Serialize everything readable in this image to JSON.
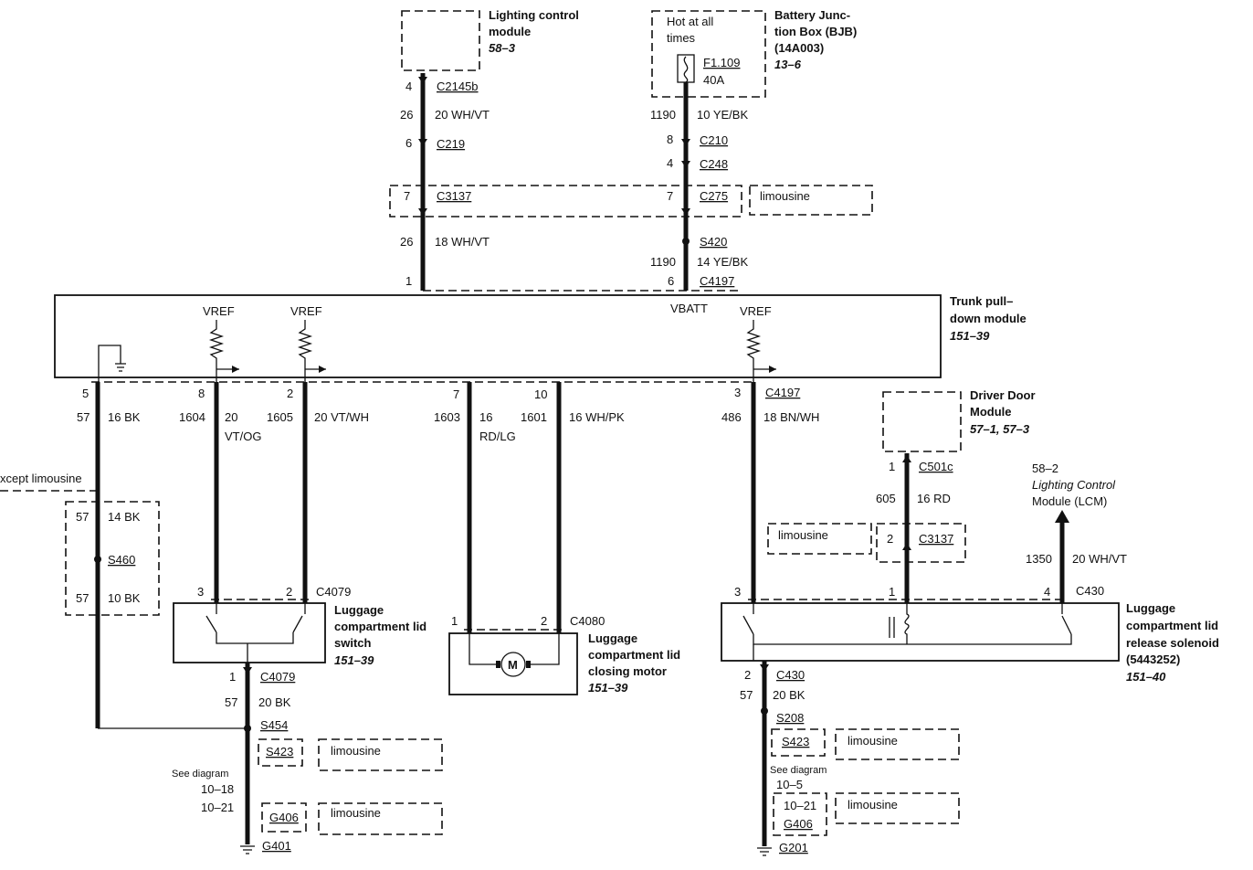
{
  "modules": {
    "lcm_top": {
      "name_line1": "Lighting control",
      "name_line2": "module",
      "ref": "58–3"
    },
    "bjb": {
      "name_line1": "Battery Junc-",
      "name_line2": "tion Box (BJB)",
      "name_line3": "(14A003)",
      "ref": "13–6",
      "hot_line1": "Hot at all",
      "hot_line2": "times",
      "fuse": "F1.109",
      "fuse_rating": "40A"
    },
    "trunk": {
      "name_line1": "Trunk pull–",
      "name_line2": "down module",
      "ref": "151–39",
      "vref1": "VREF",
      "vref2": "VREF",
      "vref3": "VREF",
      "vbatt": "VBATT"
    },
    "ddm": {
      "name_line1": "Driver Door",
      "name_line2": "Module",
      "ref": "57–1, 57–3"
    },
    "lcm_right": {
      "ref": "58–2",
      "name_line1": "Lighting Control",
      "name_line2": "Module (LCM)"
    },
    "switch": {
      "name_line1": "Luggage",
      "name_line2": "compartment lid",
      "name_line3": "switch",
      "ref": "151–39"
    },
    "motor": {
      "name_line1": "Luggage",
      "name_line2": "compartment lid",
      "name_line3": "closing motor",
      "ref": "151–39",
      "symbol": "M"
    },
    "solenoid": {
      "name_line1": "Luggage",
      "name_line2": "compartment lid",
      "name_line3": "release solenoid",
      "part": "(5443252)",
      "ref": "151–40"
    }
  },
  "wire_labels": {
    "c2145b_pin": "4",
    "c2145b": "C2145b",
    "w26_a": "26",
    "w26_a_color": "20 WH/VT",
    "c219_pin": "6",
    "c219": "C219",
    "c3137_pin": "7",
    "c3137": "C3137",
    "w26_b": "26",
    "w26_b_color": "18 WH/VT",
    "c4197_pin1": "1",
    "w1190_a": "1190",
    "w1190_a_color": "10 YE/BK",
    "c210_pin": "8",
    "c210": "C210",
    "c248_pin": "4",
    "c248": "C248",
    "c275_pin": "7",
    "c275": "C275",
    "limo_c275": "limousine",
    "s420": "S420",
    "w1190_b": "1190",
    "w1190_b_color": "14 YE/BK",
    "c4197_pin6": "6",
    "c4197_top": "C4197",
    "pin5": "5",
    "pin8": "8",
    "pin2": "2",
    "pin7": "7",
    "pin10": "10",
    "pin3": "3",
    "c4197_bottom": "C4197",
    "w57": "57",
    "w57_color": "16 BK",
    "w1604": "1604",
    "w1604_color1": "20",
    "w1604_color2": "VT/OG",
    "w1605": "1605",
    "w1605_color": "20 VT/WH",
    "w1603": "1603",
    "w1603_color1": "16",
    "w1603_color2": "RD/LG",
    "w1601": "1601",
    "w1601_color": "16 WH/PK",
    "w486": "486",
    "w486_color": "18 BN/WH",
    "except_limo": "xcept limousine",
    "s460_w57a": "57",
    "s460_w57a_color": "14 BK",
    "s460": "S460",
    "s460_w57b": "57",
    "s460_w57b_color": "10 BK",
    "c4079_pin3": "3",
    "c4079_pin2": "2",
    "c4079_top": "C4079",
    "c4079_pin1": "1",
    "c4079_bottom": "C4079",
    "w57_left": "57",
    "w57_left_color": "20 BK",
    "s454": "S454",
    "s423_left": "S423",
    "limo_s423_left": "limousine",
    "see_diag_left": "See diagram",
    "diag_left_1": "10–18",
    "diag_left_2": "10–21",
    "g406_left": "G406",
    "limo_g406_left": "limousine",
    "g401": "G401",
    "c4080_pin1": "1",
    "c4080_pin2": "2",
    "c4080": "C4080",
    "c501c_pin": "1",
    "c501c": "C501c",
    "w605": "605",
    "w605_color": "16 RD",
    "limo_c3137_right": "limousine",
    "c3137_right_pin": "2",
    "c3137_right": "C3137",
    "w1350": "1350",
    "w1350_color": "20 WH/VT",
    "c430_pin3": "3",
    "c430_pin1": "1",
    "c430_pin4": "4",
    "c430_top": "C430",
    "c430_pin2": "2",
    "c430_bottom": "C430",
    "w57_right": "57",
    "w57_right_color": "20 BK",
    "s208": "S208",
    "s423_right": "S423",
    "limo_s423_right": "limousine",
    "see_diag_right": "See diagram",
    "diag_right_1": "10–5",
    "diag_right_2": "10–21",
    "g406_right": "G406",
    "limo_g406_right": "limousine",
    "g201": "G201"
  }
}
